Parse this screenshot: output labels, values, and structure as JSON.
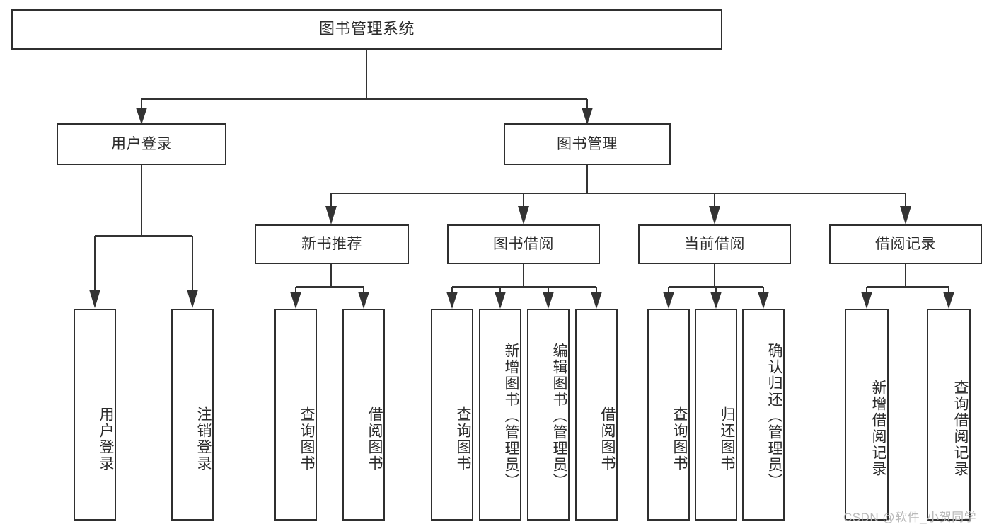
{
  "diagram": {
    "title": "图书管理系统",
    "root": {
      "id": "root",
      "label": "图书管理系统"
    },
    "level1": [
      {
        "id": "user-login",
        "label": "用户登录"
      },
      {
        "id": "book-manage",
        "label": "图书管理"
      }
    ],
    "level2": [
      {
        "id": "new-book-rec",
        "label": "新书推荐"
      },
      {
        "id": "book-borrow",
        "label": "图书借阅"
      },
      {
        "id": "current-borrow",
        "label": "当前借阅"
      },
      {
        "id": "borrow-record",
        "label": "借阅记录"
      }
    ],
    "leaves": {
      "user_login": [
        {
          "id": "leaf-user-login",
          "label": "用户登录"
        },
        {
          "id": "leaf-user-logout",
          "label": "注销登录"
        }
      ],
      "new_book_rec": [
        {
          "id": "leaf-query-book-1",
          "label": "查询图书"
        },
        {
          "id": "leaf-borrow-book-1",
          "label": "借阅图书"
        }
      ],
      "book_borrow": [
        {
          "id": "leaf-query-book-2",
          "label": "查询图书"
        },
        {
          "id": "leaf-add-book",
          "label": "新增图书（管理员）"
        },
        {
          "id": "leaf-edit-book",
          "label": "编辑图书（管理员）"
        },
        {
          "id": "leaf-borrow-book-2",
          "label": "借阅图书"
        }
      ],
      "current_borrow": [
        {
          "id": "leaf-query-book-3",
          "label": "查询图书"
        },
        {
          "id": "leaf-return-book",
          "label": "归还图书"
        },
        {
          "id": "leaf-confirm-return",
          "label": "确认归还（管理员）"
        }
      ],
      "borrow_record": [
        {
          "id": "leaf-add-record",
          "label": "新增借阅记录"
        },
        {
          "id": "leaf-query-record",
          "label": "查询借阅记录"
        }
      ]
    },
    "watermark": "CSDN @软件_小贺同学",
    "colors": {
      "box_border": "#2f2f2f",
      "connector": "#333333",
      "text": "#2b2b2b",
      "background": "#ffffff",
      "watermark": "#b9b9b9"
    }
  }
}
